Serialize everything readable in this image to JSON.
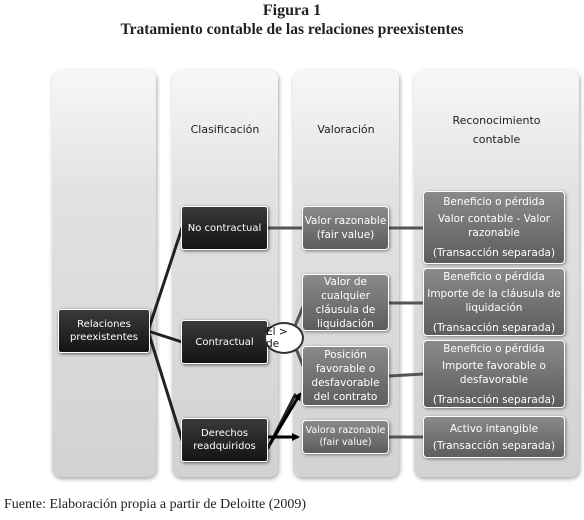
{
  "figure": {
    "number": "Figura 1",
    "title": "Tratamiento contable de las relaciones preexistentes"
  },
  "columns": {
    "classification": "Clasificación",
    "valuation": "Valoración",
    "recognition": "Reconocimiento contable"
  },
  "nodes": {
    "root": "Relaciones preexistentes",
    "no_contractual": "No contractual",
    "contractual": "Contractual",
    "derechos": "Derechos readquiridos",
    "val_fair": "Valor razonable (fair value)",
    "val_clausula": "Valor de cualquier cláusula de liquidación",
    "val_posicion": "Posición favorable o desfavorable del contrato",
    "val_fair_small": "Valora razonable (fair value)",
    "comparison": "El > de"
  },
  "recognition": [
    {
      "line1": "Beneficio o pérdida",
      "line2": "Valor contable - Valor razonable",
      "line3": "(Transacción separada)"
    },
    {
      "line1": "Beneficio o pérdida",
      "line2": "Importe de la cláusula de liquidación",
      "line3": "(Transacción separada)"
    },
    {
      "line1": "Beneficio o pérdida",
      "line2": "Importe favorable o desfavorable",
      "line3": "(Transacción separada)"
    },
    {
      "line1": "Activo intangible",
      "line2": "(Transacción separada)"
    }
  ],
  "source": "Fuente: Elaboración propia a partir de Deloitte (2009)"
}
